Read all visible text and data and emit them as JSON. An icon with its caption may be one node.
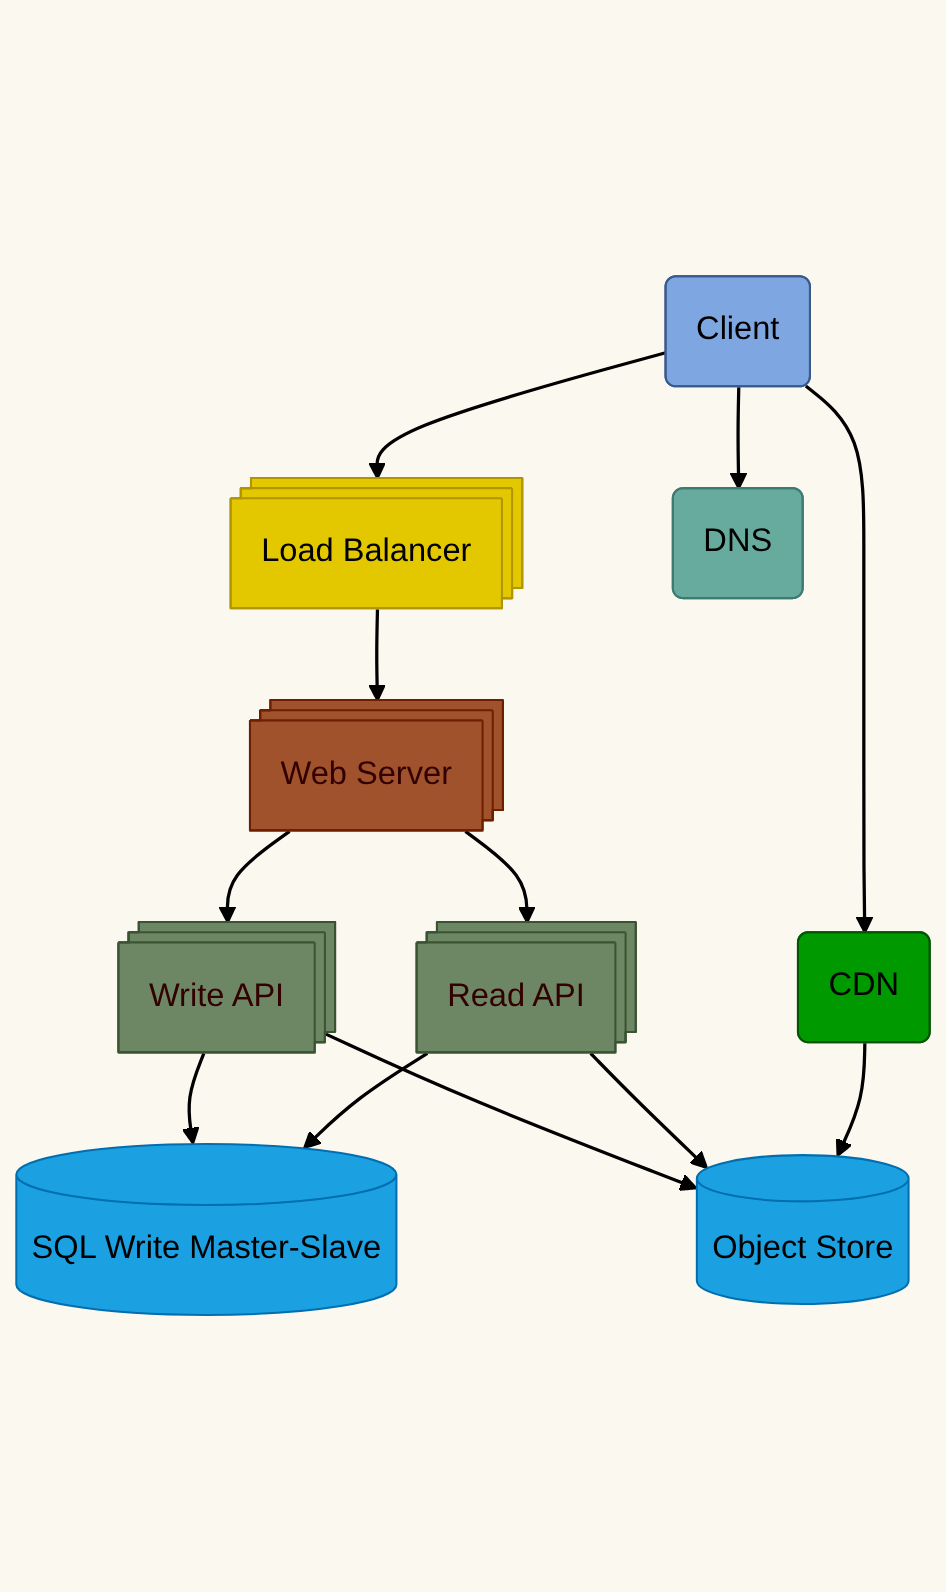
{
  "diagram": {
    "nodes": [
      {
        "text": [
          "Client"
        ]
      },
      {
        "text": [
          "DNS"
        ]
      },
      {
        "text": [
          "CDN"
        ]
      },
      {
        "text": [
          "Load Balancer"
        ]
      },
      {
        "text": [
          "Web Server"
        ]
      },
      {
        "text": [
          "Write API"
        ]
      },
      {
        "text": [
          "Read API"
        ]
      },
      {
        "text": [
          "SQL Write Master-Slave"
        ]
      },
      {
        "text": [
          "Object Store"
        ]
      }
    ],
    "edges": [
      {
        "from": 0,
        "to": 3,
        "arrow": "to"
      },
      {
        "from": 3,
        "to": 4,
        "arrow": "to"
      },
      {
        "from": 4,
        "to": 5,
        "arrow": "to"
      },
      {
        "from": 4,
        "to": 6,
        "arrow": "to"
      },
      {
        "from": 5,
        "to": 7,
        "arrow": "to"
      },
      {
        "from": 5,
        "to": 8,
        "arrow": "to"
      },
      {
        "from": 6,
        "to": 7,
        "arrow": "to"
      },
      {
        "from": 6,
        "to": 8,
        "arrow": "to"
      },
      {
        "from": 0,
        "to": 1,
        "arrow": "to"
      },
      {
        "from": 0,
        "to": 2,
        "arrow": "to"
      },
      {
        "from": 2,
        "to": 8,
        "arrow": "to"
      }
    ]
  }
}
